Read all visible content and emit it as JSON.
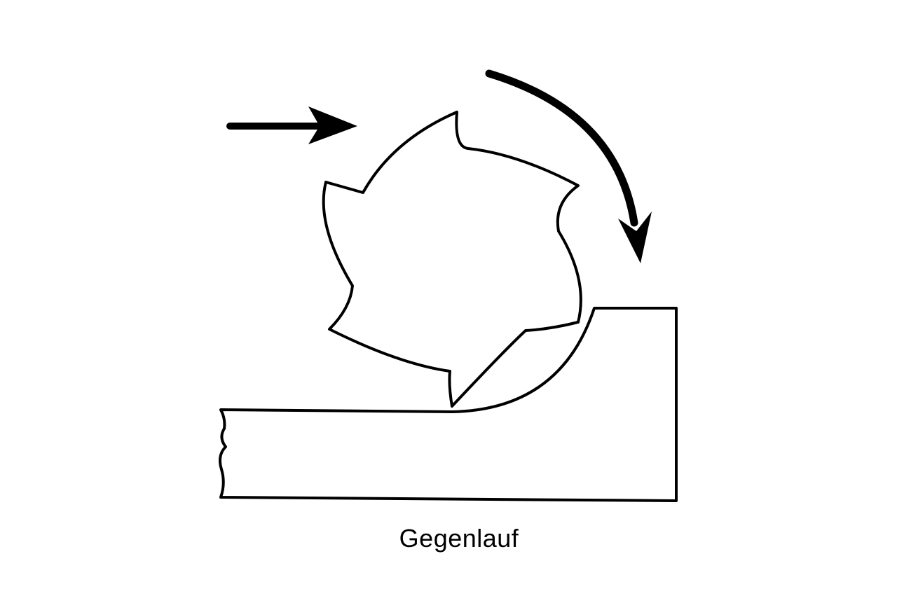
{
  "caption": "Gegenlauf",
  "colors": {
    "ink": "#000000",
    "background": "#ffffff"
  },
  "elements": {
    "feed_arrow": "arrow-right-icon",
    "rotation_arrow": "rotation-arrow-clockwise-icon",
    "cutter": "milling-cutter",
    "workpiece": "workpiece"
  }
}
